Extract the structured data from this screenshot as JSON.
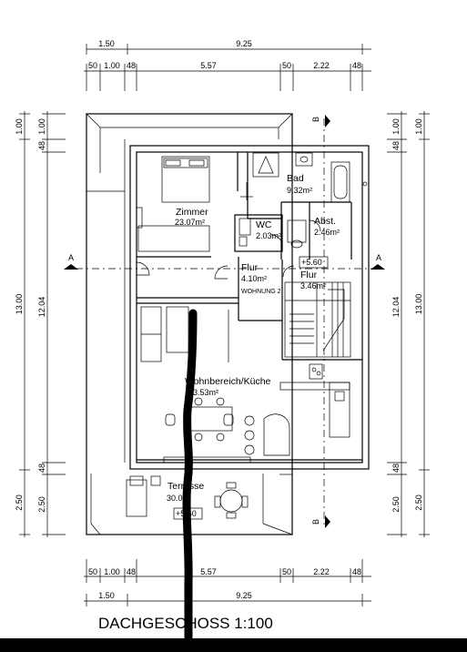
{
  "drawing": {
    "caption": "DACHGESCHOSS  1:100",
    "dimensions": {
      "top_total_outer": "1.50",
      "top_total_inner": "9.25",
      "top_segments": [
        "50",
        "1.00",
        "48",
        "5.57",
        "50",
        "2.22",
        "48"
      ],
      "bottom_segments": [
        "50",
        "1.00",
        "48",
        "5.57",
        "50",
        "2.22",
        "48"
      ],
      "bottom_total_outer": "1.50",
      "bottom_total_inner": "9.25",
      "left_outer": [
        "1.00",
        "13.00",
        "2.50"
      ],
      "left_inner": [
        "1.00",
        "48",
        "12.04",
        "48",
        "2.50"
      ],
      "right_inner": [
        "1.00",
        "48",
        "12.04",
        "48",
        "2.50"
      ],
      "right_outer": [
        "1.00",
        "13.00",
        "2.50"
      ]
    },
    "section_markers": {
      "a_left": "A",
      "a_right": "A",
      "b_top": "B",
      "b_bottom": "B"
    },
    "rooms": [
      {
        "name": "Zimmer",
        "area": "23.07m²"
      },
      {
        "name": "Bad",
        "area": "9.32m²"
      },
      {
        "name": "WC",
        "area": "2.03m²"
      },
      {
        "name": "Abst.",
        "area": "2.46m²"
      },
      {
        "name": "Flur",
        "area": "4.10m²"
      },
      {
        "name": "Flur",
        "area": "3.46m²"
      },
      {
        "name": "Wohnbereich/Küche",
        "area": "3.53m²"
      },
      {
        "name": "Terrasse",
        "area": "30.0   ²"
      }
    ],
    "apartment_label": "WOHNUNG 2",
    "levels": [
      "+5.60",
      "+5.60"
    ]
  }
}
